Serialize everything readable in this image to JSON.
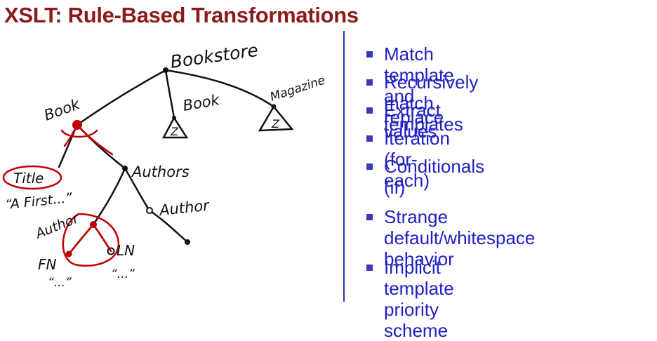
{
  "slide": {
    "title": "XSLT: Rule-Based Transformations"
  },
  "diagram": {
    "labels": {
      "bookstore": "Bookstore",
      "book_left": "Book",
      "book_middle": "Book",
      "magazine": "Magazine",
      "title": "Title",
      "title_value": "“A First...”",
      "authors": "Authors",
      "author_right": "Author",
      "author_left": "Author",
      "fn": "FN",
      "ln": "LN",
      "fn_value": "“...”",
      "ln_value": "“...”",
      "subtree_middle": "Z",
      "subtree_right": "Z"
    },
    "colors": {
      "ink": "#111111",
      "highlight": "#c00000"
    }
  },
  "bullets": {
    "color": "#2020c0",
    "items": [
      "Match template and replace",
      "Recursively match templates",
      "Extract values",
      "Iteration (for-each)",
      "Conditionals (if)",
      "Strange default/whitespace\nbehavior",
      "Implicit template priority\nscheme"
    ]
  }
}
